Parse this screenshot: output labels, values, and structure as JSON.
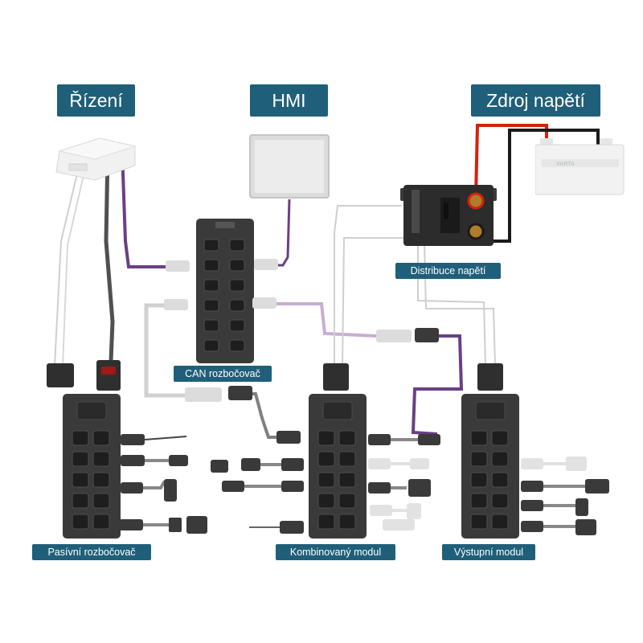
{
  "headers": {
    "rizeni": "Řízení",
    "hmi": "HMI",
    "zdroj": "Zdroj napětí"
  },
  "labels": {
    "can_hub": "CAN rozbočovač",
    "distribuce": "Distribuce napětí",
    "pasivni": "Pasívní rozbočovač",
    "kombinovany": "Kombinovaný modul",
    "vystupni": "Výstupní modul"
  },
  "battery": {
    "brand": "VARTA"
  },
  "colors": {
    "header_bg": "#1f5f79",
    "can_wire": "#6b3f86",
    "power_red": "#d2220e",
    "power_black": "#1a1a1a",
    "module_body": "#3a3a3a",
    "light_wire": "#c8c8c8"
  }
}
